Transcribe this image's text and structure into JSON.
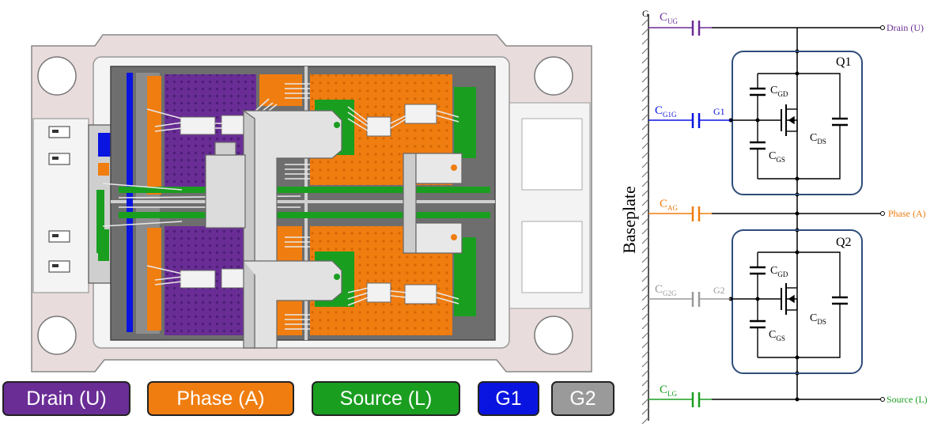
{
  "colors": {
    "drain": "#6a2d96",
    "phase": "#f07d10",
    "source": "#1a9e20",
    "g1": "#0a14e0",
    "g2": "#9a9a9a",
    "board": "#6e6e6e",
    "housing": "#e9dcdc",
    "frame": "#f2f2f2",
    "qbox": "#2e4d7a"
  },
  "legend": [
    {
      "label": "Drain (U)",
      "color": "#6a2d96"
    },
    {
      "label": "Phase (A)",
      "color": "#f07d10"
    },
    {
      "label": "Source (L)",
      "color": "#1a9e20"
    },
    {
      "label": "G1",
      "color": "#0a14e0"
    },
    {
      "label": "G2",
      "color": "#9a9a9a"
    }
  ],
  "circuit": {
    "ground_label": "G",
    "baseplate_label": "Baseplate",
    "c_ug": {
      "main": "C",
      "sub": "UG"
    },
    "c_g1g": {
      "main": "C",
      "sub": "G1G"
    },
    "c_ag": {
      "main": "C",
      "sub": "AG"
    },
    "c_g2g": {
      "main": "C",
      "sub": "G2G"
    },
    "c_lg": {
      "main": "C",
      "sub": "LG"
    },
    "g1_label": "G1",
    "g2_label": "G2",
    "q1_label": "Q1",
    "q2_label": "Q2",
    "c_gd": {
      "main": "C",
      "sub": "GD"
    },
    "c_gs": {
      "main": "C",
      "sub": "GS"
    },
    "c_ds": {
      "main": "C",
      "sub": "DS"
    },
    "drain_label": "Drain (U)",
    "phase_label": "Phase (A)",
    "source_label": "Source (L)"
  }
}
